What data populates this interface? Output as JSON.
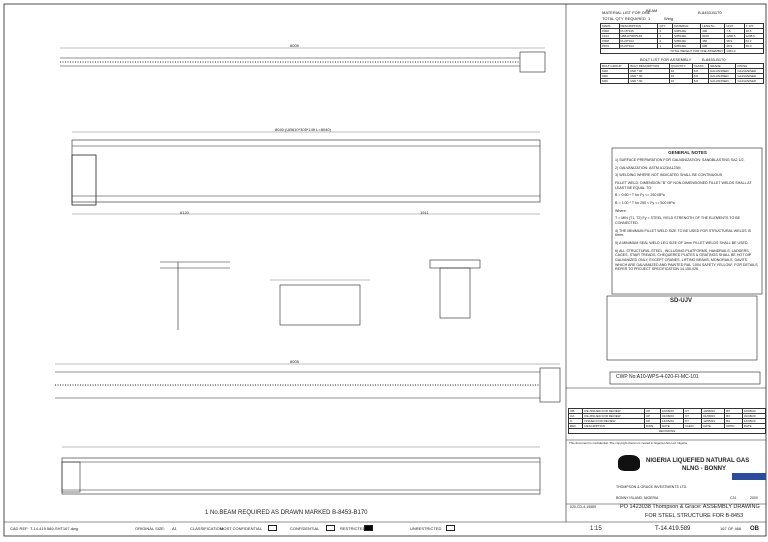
{
  "material_list": {
    "title": "MATERIAL LIST FOR ONE",
    "item": "BEAM",
    "mark": "B-8453-B170",
    "qty_label": "TOTAL QTY REQUIRED",
    "qty": "1",
    "weight_label": "Weig",
    "headers": [
      "MARK",
      "DESCRIPTION",
      "QTY",
      "MATERIAL",
      "LENGTH",
      "UNIT",
      "T. WT"
    ],
    "rows": [
      [
        "P906",
        "PL15*215",
        "2",
        "S355J2H",
        "400",
        "7.8",
        "16.5"
      ],
      [
        "F104",
        "UB610*305*149",
        "1",
        "S355J2H",
        "8108",
        "1208.5",
        "1208.5"
      ],
      [
        "P908",
        "PL20*314",
        "2",
        "S355J2H",
        "450",
        "38.9",
        "63.2"
      ],
      [
        "P870",
        "PL20*314",
        "1",
        "S355J2H",
        "605",
        "38.9",
        "59.0"
      ]
    ],
    "total_label": "TOTAL WEIGHT FOR ONE ASSEMBLY",
    "total": "1361.0"
  },
  "bolt_list": {
    "title": "BOLT LIST FOR ASSEMBLY",
    "mark": "B-8453-B170",
    "headers": [
      "BOLT GROUP",
      "BOLT DESCRIPTION",
      "QUANTITY",
      "CLASS",
      "GRADE",
      "FINISH"
    ],
    "rows": [
      [
        "M20",
        "M20 * 90",
        "16",
        "8.8",
        "GALVANISED",
        "GALVANISED"
      ],
      [
        "M20",
        "M20 * 90",
        "16",
        "8.8",
        "GALVANISED",
        "GALVANISED"
      ],
      [
        "M20",
        "M20 * 90",
        "16",
        "8.8",
        "GALVANISED",
        "GALVANISED"
      ]
    ]
  },
  "general_notes": {
    "title": "GENERAL NOTES",
    "items": [
      "1) SURFACE PREPARATION FOR GALVANIZATION: SANDBLASTING SA2 1/2.",
      "2) GALVANIZATION: ASTM A123/A123M",
      "3) WELDING WHERE NOT INDICATED SHALL BE CONTINUOUS",
      "FILLET WELD: DIMENSION \"B\" OF NON DIMENSIONED FILLET WELDS SHALL AT LEAST BE EQUAL TO:",
      "B = 0.60 * T  for Fy <= 250 MPa",
      "B = 1.00 * T  for 250 < Fy <= 500 MPa",
      "Where:",
      "T = MIN (T1, T2) Fy = STEEL YIELD STRENGTH OF THE ELEMENTS TO BE CONNECTED.",
      "4) THE MINIMUM FILLET WELD SIZE TO BE USED FOR STRUCTURAL WELDS IS 6mm.",
      "5) A MINIMUM SEAL WELD LEG SIZE OF 3mm FILLET WELDS SHALL BE USED.",
      "6) ALL STRUCTURAL STEEL, INCLUDING PLATFORMS, HANDRAILS, LADDERS, CAGES, STAIR TREADS, CHEQUERED PLATES & GRATINGS SHALL BE HOT DIP GALVANIZED ONLY, EXCEPT CRANES, LIFTING BEAMS, MONORAILS, DAVITS WHICH ARE GALVANIZED AND PAINTED RAL '1004 SAFETY YELLOW'. FOR DETAILS REFER TO PROJECT SPECIFICATION 14.150.026"
    ]
  },
  "sd_box": {
    "title": "SD-UJV"
  },
  "cwp": "CWP No:A10-WPS-4-020-FI-MC-101",
  "revisions": {
    "header": [
      "REV",
      "DESCRIPTION",
      "DWN",
      "DATE",
      "CHKD",
      "DATE",
      "APPD",
      "DATE"
    ],
    "section": "REVISIONS",
    "rows": [
      [
        "OB",
        "RE-ISSUED FOR REVIEW",
        "UP",
        "10/08/23",
        "KT",
        "10/08/23",
        "BX",
        "10/08/23"
      ],
      [
        "OA",
        "RE-ISSUED FOR REVIEW",
        "UP",
        "01/08/23",
        "KT",
        "01/08/23",
        "BX",
        "01/08/23"
      ],
      [
        "O",
        "ISSUED FOR REVIEW",
        "UP",
        "12/05/23",
        "KT",
        "12/05/23",
        "BX",
        "12/05/23"
      ]
    ]
  },
  "title_block": {
    "confidential": "This document is confidential. The copyright therein is vested in Nigeria LNG Ltd, Nigeria.",
    "company": "NIGERIA LIQUEFIED NATURAL GAS",
    "company_sub": "NLNG - BONNY",
    "contractor": "THOMPSON & GRACE INVESTMENTS LTD.",
    "location": "BONNY ISLAND, NIGERIA",
    "title1": "PO 1423038 Thompson & Grace: ASSEMBLY DRAWING",
    "title2": "FOR STEEL STRUCTURE FOR B-8453",
    "scale": "1:15",
    "drawing_no": "T-14.419.589",
    "sheet": "167 OF 466",
    "rev": "OB",
    "code1": "C31",
    "code2": "2000",
    "doc_no": "020-CD-4-19589"
  },
  "drawing": {
    "note": "1  No.BEAM REQUIRED AS DRAWN MARKED  B-8453-B170",
    "dim_top": "8005",
    "dim_mid": "8040 (UB610*305*149 L=8040)",
    "dim_left": "6120",
    "dim_right": "1911",
    "dim_bottom": "8005"
  },
  "footer": {
    "cad_ref_label": "CAD REF:",
    "cad_ref": "T-14.419.589-SHT167.dwg",
    "original_size_label": "ORIGINAL SIZE:",
    "original_size": "A1",
    "classification_label": "CLASSIFICATION:",
    "classes": [
      "MOST CONFIDENTIAL",
      "CONFIDENTIAL",
      "RESTRICTED",
      "UNRESTRICTED"
    ],
    "selected_class": "RESTRICTED"
  }
}
